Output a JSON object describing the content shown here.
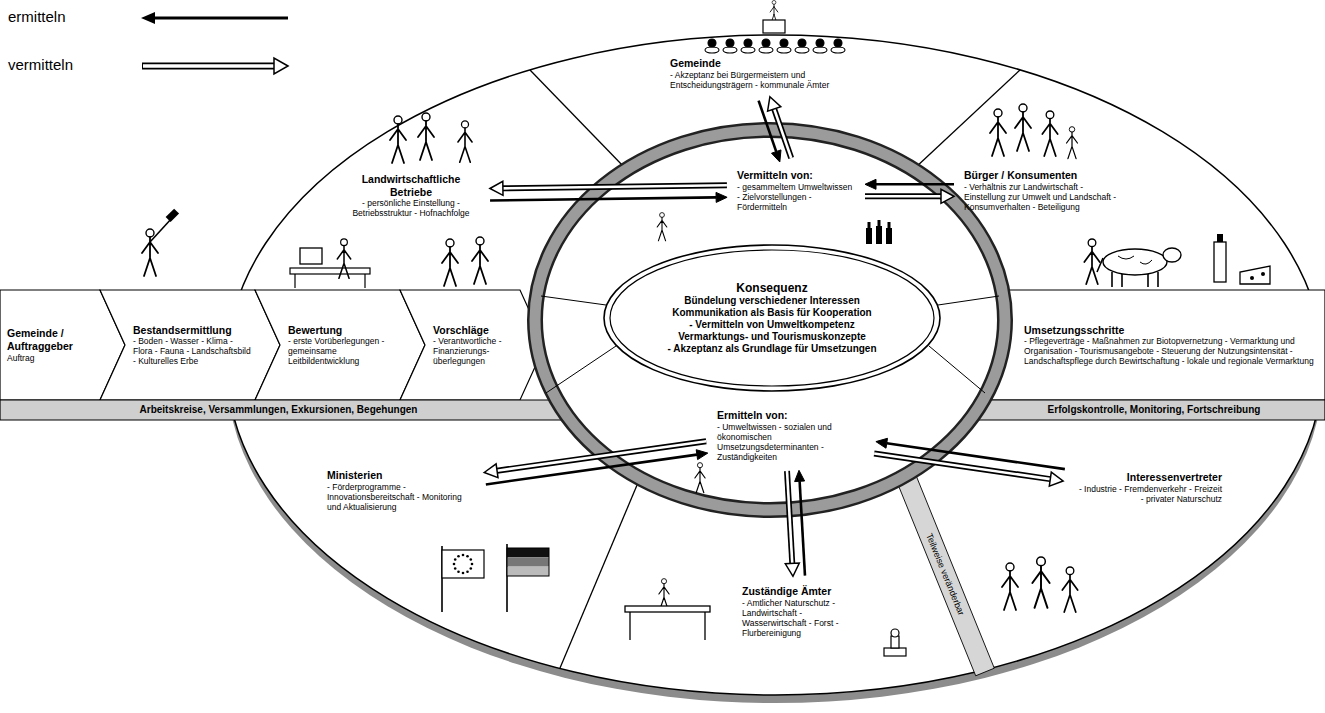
{
  "diagram": {
    "nodes": [
      {
        "text": [
          "Gemeinde / Auftraggeber",
          "Auftrag"
        ]
      },
      {
        "text": [
          "Bestandsermittlung",
          "- Boden - Wasser - Klima - Flora - Fauna - Landschaftsbild - Kulturelles Erbe"
        ]
      },
      {
        "text": [
          "Bewertung",
          "- erste Vorüberlegungen - gemeinsame Leitbildentwicklung"
        ]
      },
      {
        "text": [
          "Vorschläge",
          "- Verantwortliche - Finanzierungs- überlegungen"
        ]
      },
      {
        "text": [
          "Landwirtschaftliche Betriebe",
          "- persönliche Einstellung - Betriebsstruktur - Hofnachfolge"
        ]
      },
      {
        "text": [
          "Gemeinde",
          "- Akzeptanz bei Bürgermeistern und Entscheidungsträgern - kommunale Ämter"
        ]
      },
      {
        "text": [
          "Bürger / Konsumenten",
          "- Verhältnis zur Landwirtschaft - Einstellung zur Umwelt und Landschaft - Konsumverhalten - Beteiligung"
        ]
      },
      {
        "text": [
          "Vermitteln von:",
          "- gesammeltem Umweltwissen - Zielvorstellungen - Fördermitteln"
        ]
      },
      {
        "text": [
          "Konsequenz",
          "Bündelung verschiedener Interessen",
          "Kommunikation als Basis für Kooperation",
          "- Vermitteln von Umweltkompetenz",
          "Vermarktungs- und Tourismuskonzepte",
          "- Akzeptanz als Grundlage für Umsetzungen"
        ]
      },
      {
        "text": [
          "Ermitteln von:",
          "- Umweltwissen - sozialen und ökonomischen Umsetzungsdeterminanten - Zuständigkeiten"
        ]
      },
      {
        "text": [
          "Umsetzungsschritte",
          "- Pflegeverträge - Maßnahmen zur Biotopvernetzung - Vermarktung und Organisation - Tourismusangebote - Steuerung der Nutzungsintensität - Landschaftspflege durch Bewirtschaftung - lokale und regionale Vermarktung"
        ]
      },
      {
        "text": [
          "Ministerien",
          "- Förderprogramme - Innovationsbereitschaft - Monitoring und Aktualisierung"
        ]
      },
      {
        "text": [
          "Zuständige Ämter",
          "- Amtlicher Naturschutz - Landwirtschaft - Wasserwirtschaft - Forst - Flurbereinigung"
        ]
      },
      {
        "text": [
          "Interessenvertreter",
          "- Industrie - Fremdenverkehr - Freizeit - privater Naturschutz"
        ]
      }
    ],
    "edges": [
      {
        "from": 4,
        "to": 7,
        "arrow": "to"
      },
      {
        "from": 7,
        "to": 4,
        "arrow": "to"
      },
      {
        "from": 5,
        "to": 7,
        "arrow": "to"
      },
      {
        "from": 7,
        "to": 5,
        "arrow": "to"
      },
      {
        "from": 6,
        "to": 7,
        "arrow": "to"
      },
      {
        "from": 7,
        "to": 6,
        "arrow": "to"
      },
      {
        "from": 11,
        "to": 9,
        "arrow": "to"
      },
      {
        "from": 9,
        "to": 11,
        "arrow": "to"
      },
      {
        "from": 12,
        "to": 9,
        "arrow": "to"
      },
      {
        "from": 9,
        "to": 12,
        "arrow": "to"
      },
      {
        "from": 13,
        "to": 9,
        "arrow": "to"
      },
      {
        "from": 9,
        "to": 13,
        "arrow": "to"
      }
    ],
    "labels": [
      "Arbeitskreise, Versammlungen, Exkursionen, Begehungen",
      "Erfolgskontrolle, Monitoring, Fortschreibung",
      "Teilweise veränderbar"
    ],
    "legend": [
      {
        "text": "ermitteln"
      },
      {
        "text": "vermitteln"
      }
    ]
  }
}
